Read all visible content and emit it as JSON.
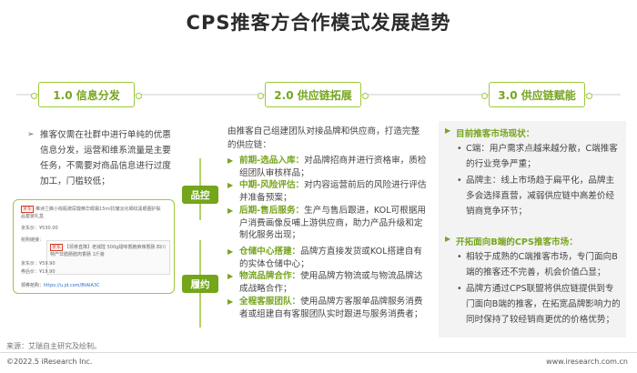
{
  "title": "CPS推客方合作模式发展趋势",
  "stages": [
    {
      "label": "1.0 信息分发"
    },
    {
      "label": "2.0  供应链拓展"
    },
    {
      "label": "3.0  供应链赋能"
    }
  ],
  "col1": {
    "arrow": "➢",
    "text": "推客仅需在社群中进行单纯的优惠信息分发，运营和维系流量是主要任务，不需要对商品信息进行过度加工，门槛较低；",
    "screenshot": {
      "tag1": "京东",
      "row1": "推诗兰薇小棕瓶玻尿酸精华眼霜15ml抗皱淡化细纹黑眼圈护肤品套装礼盒",
      "price1": "京东价：¥530.00",
      "buy": "抢购链接：",
      "tag2": "京东",
      "row2": "【领券直降】老城隍 500g甜味香脆麻辣香肠 四川特产非腊肠腊肉香肠 1斤装",
      "price2": "京东价：¥59.90",
      "price3": "券后价：¥19.90",
      "link_label": "领券抢购：",
      "link_url": "https://u.jd.com/BtAIA3C"
    }
  },
  "badges": {
    "control": "品控",
    "fulfill": "履约"
  },
  "col2": {
    "intro": "由推客自己组建团队对接品牌和供应商，打造完整的供应链：",
    "control_items": [
      {
        "label": "前期-选品入库：",
        "text": "对品牌招商并进行资格审，质检组团队审核样品；"
      },
      {
        "label": "中期-风险评估：",
        "text": "对内容运营前后的风险进行评估并准备预案；"
      },
      {
        "label": "后期-售后服务：",
        "text": "生产与售后跟进，KOL可根据用户消费画像反哺上游供应商，助力产品升级和定制化服务出现；"
      }
    ],
    "fulfill_items": [
      {
        "label": "仓储中心搭建：",
        "text": "品牌方直接发货或KOL搭建自有的实体仓储中心；"
      },
      {
        "label": "物流品牌合作：",
        "text": "使用品牌方物流或与物流品牌达成战略合作；"
      },
      {
        "label": "全程客服团队：",
        "text": "使用品牌方客服单品牌服务消费者或组建自有客服团队实时跟进与服务消费者；"
      }
    ]
  },
  "col3": {
    "head1": "目前推客市场现状：",
    "items1": [
      "C端：用户需求点越来越分散，C端推客的行业竞争严重；",
      "品牌主：线上市场趋于扁平化，品牌主多会选择直营，减弱供应链中高差价经销商竞争环节；"
    ],
    "head2": "开拓面向B端的CPS推客市场：",
    "items2": [
      "相较于成熟的C端推客市场，专门面向B端的推客还不完善，机会价值凸显；",
      "品牌方通过CPS联盟将供应链提供到专门面向B端的推客，在拓宽品牌影响力的同时保持了较经销商更优的价格优势；"
    ]
  },
  "footer": {
    "source": "来源：艾瑞自主研究及绘制。",
    "copyright": "©2022.5 iResearch Inc.",
    "website": "www.iresearch.com.cn"
  }
}
